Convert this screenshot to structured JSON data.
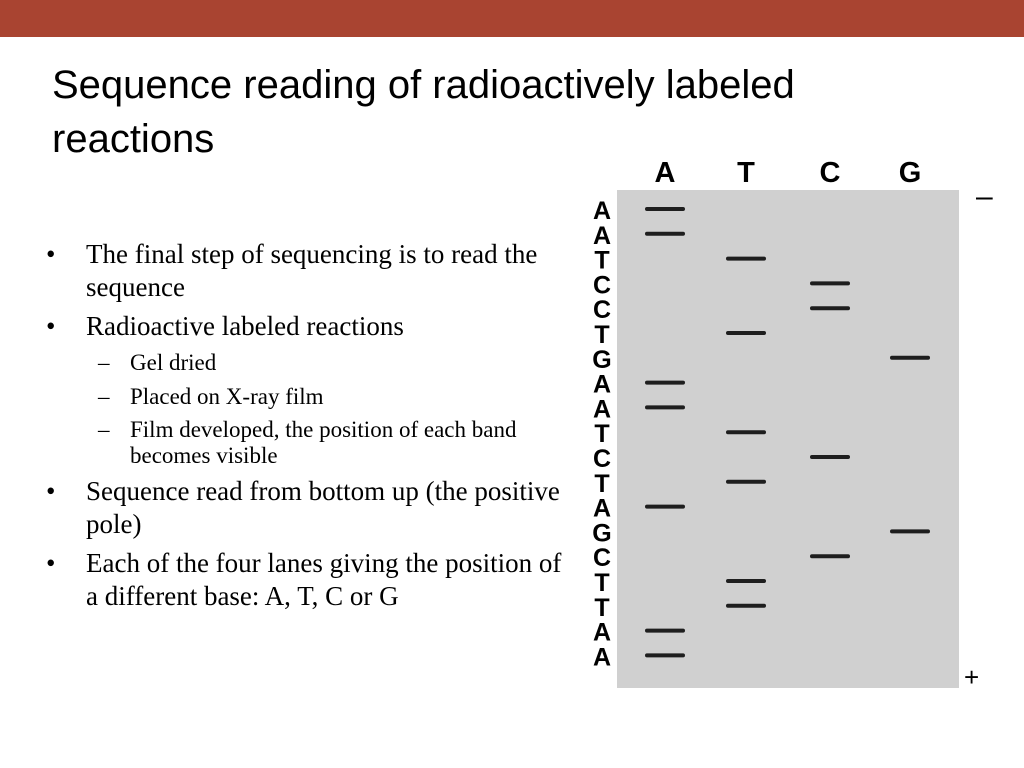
{
  "slide": {
    "title": "Sequence reading of radioactively labeled reactions"
  },
  "bullets": [
    {
      "text": "The final step of sequencing is to read the sequence"
    },
    {
      "text": "Radioactive labeled reactions",
      "sub": [
        {
          "text": "Gel dried"
        },
        {
          "text": "Placed on X-ray film"
        },
        {
          "text": "Film developed, the position of each band becomes visible"
        }
      ]
    },
    {
      "text": "Sequence read from bottom up (the positive pole)"
    },
    {
      "text": "Each of the four lanes giving the position of a different base: A, T, C or G"
    }
  ],
  "gel": {
    "lanes": [
      "A",
      "T",
      "C",
      "G"
    ],
    "sequence": [
      "A",
      "A",
      "T",
      "C",
      "C",
      "T",
      "G",
      "A",
      "A",
      "T",
      "C",
      "T",
      "A",
      "G",
      "C",
      "T",
      "T",
      "A",
      "A"
    ],
    "negative_pole": "–",
    "positive_pole": "+",
    "colors": {
      "gel_background": "#d0d0d0",
      "band": "#1e1e1e",
      "header_bar": "#a94431"
    }
  }
}
